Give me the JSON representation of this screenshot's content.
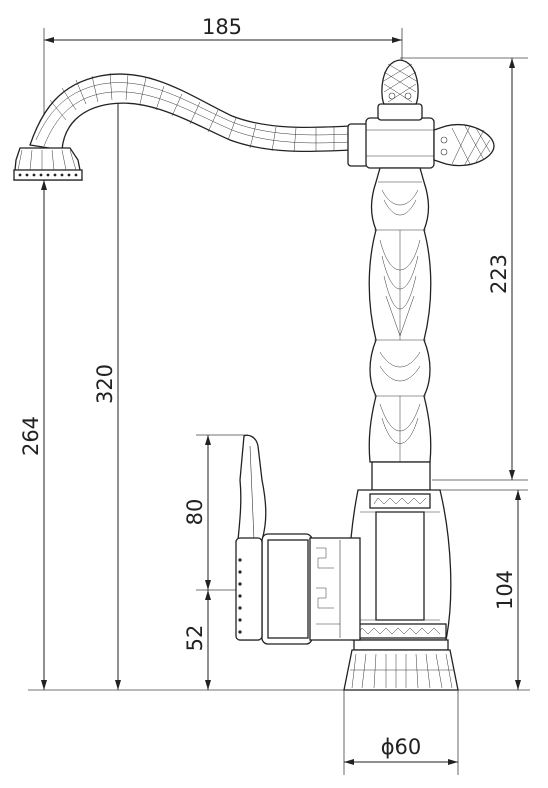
{
  "dimensions": {
    "spout_reach": "185",
    "total_height": "320",
    "spout_outlet_height": "264",
    "spindle_height": "223",
    "body_height": "104",
    "handle_height": "80",
    "handle_offset": "52",
    "base_diameter": "ϕ60"
  }
}
